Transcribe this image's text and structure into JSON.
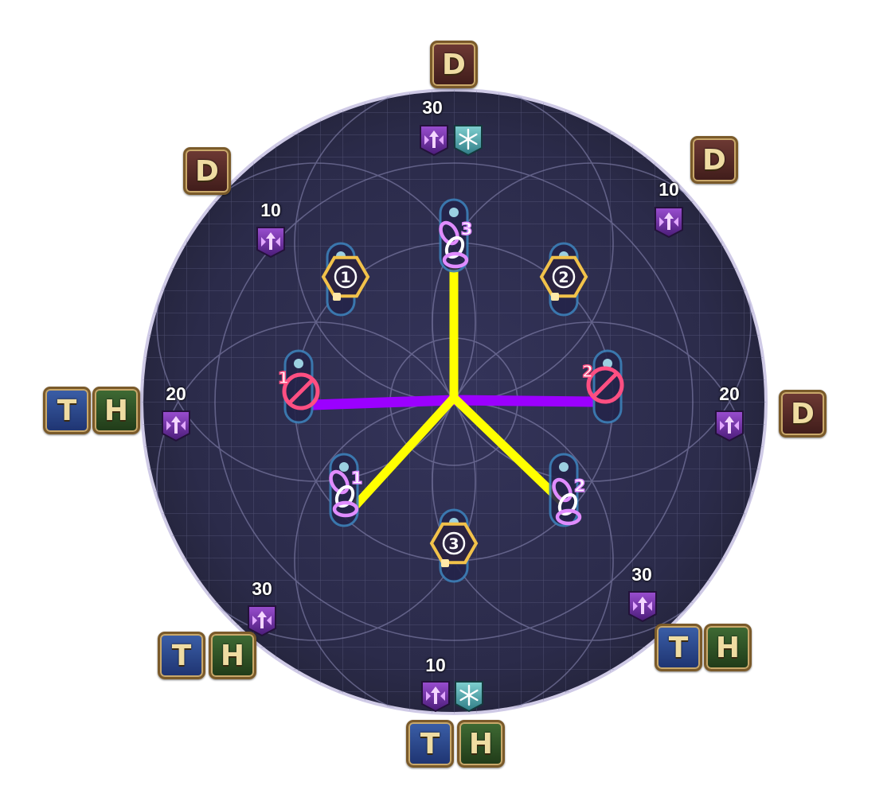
{
  "arena": {
    "colors": {
      "floor": "#2b2b4a",
      "rim": "#d8d4ee",
      "grid": "#59597d",
      "yellow_line": "#ffff00",
      "purple_line": "#9b00ff",
      "marker_gold": "#f2c24a",
      "marker_pink": "#ff4f82",
      "marker_violet": "#e08cff"
    }
  },
  "roles": [
    {
      "label": "D",
      "role": "dps"
    },
    {
      "label": "D",
      "role": "dps"
    },
    {
      "label": "D",
      "role": "dps"
    },
    {
      "label": "D",
      "role": "dps"
    },
    {
      "label": "T",
      "role": "tank"
    },
    {
      "label": "H",
      "role": "healer"
    },
    {
      "label": "T",
      "role": "tank"
    },
    {
      "label": "H",
      "role": "healer"
    },
    {
      "label": "T",
      "role": "tank"
    },
    {
      "label": "H",
      "role": "healer"
    },
    {
      "label": "T",
      "role": "tank"
    },
    {
      "label": "H",
      "role": "healer"
    }
  ],
  "debuff_timers": [
    "30",
    "10",
    "10",
    "20",
    "20",
    "30",
    "30",
    "10"
  ],
  "waymarks": {
    "hexagons": [
      "1",
      "2",
      "3"
    ],
    "prohibited": [
      "1",
      "2"
    ],
    "chains": [
      "1",
      "2",
      "3"
    ]
  }
}
